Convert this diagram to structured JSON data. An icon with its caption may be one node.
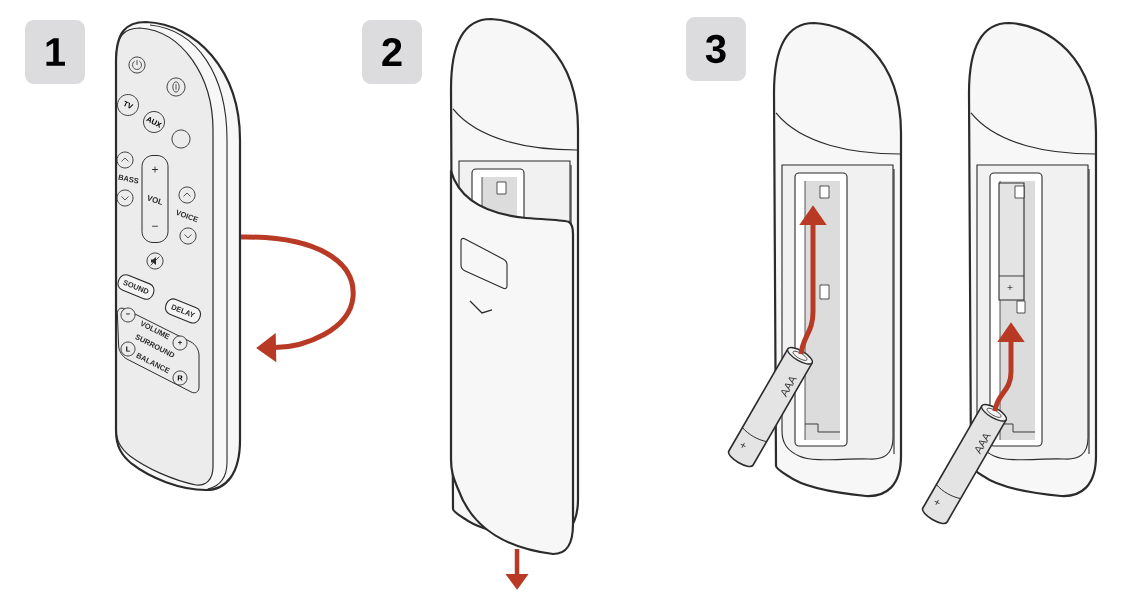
{
  "diagram": {
    "nodes": [
      {
        "text": [
          "1"
        ]
      },
      {
        "text": [
          "2"
        ]
      },
      {
        "text": [
          "3"
        ]
      },
      {
        "text": [
          "TV"
        ]
      },
      {
        "text": [
          "AUX"
        ]
      },
      {
        "text": [],
        "shape": "circle"
      },
      {
        "text": [
          "+",
          "VOL",
          "−"
        ]
      },
      {
        "text": [
          "SOUND"
        ]
      },
      {
        "text": [
          "DELAY"
        ]
      },
      {
        "text": [
          "VOLUME",
          "SURROUND",
          "BALANCE"
        ]
      },
      {
        "text": [
          "−"
        ],
        "in": 9
      },
      {
        "text": [
          "+"
        ],
        "in": 9
      },
      {
        "text": [
          "L"
        ],
        "in": 9
      },
      {
        "text": [
          "R"
        ],
        "in": 9
      }
    ],
    "labels": [
      "BASS",
      "VOICE",
      "AAA",
      "+",
      "+",
      "AAA",
      "+"
    ]
  }
}
